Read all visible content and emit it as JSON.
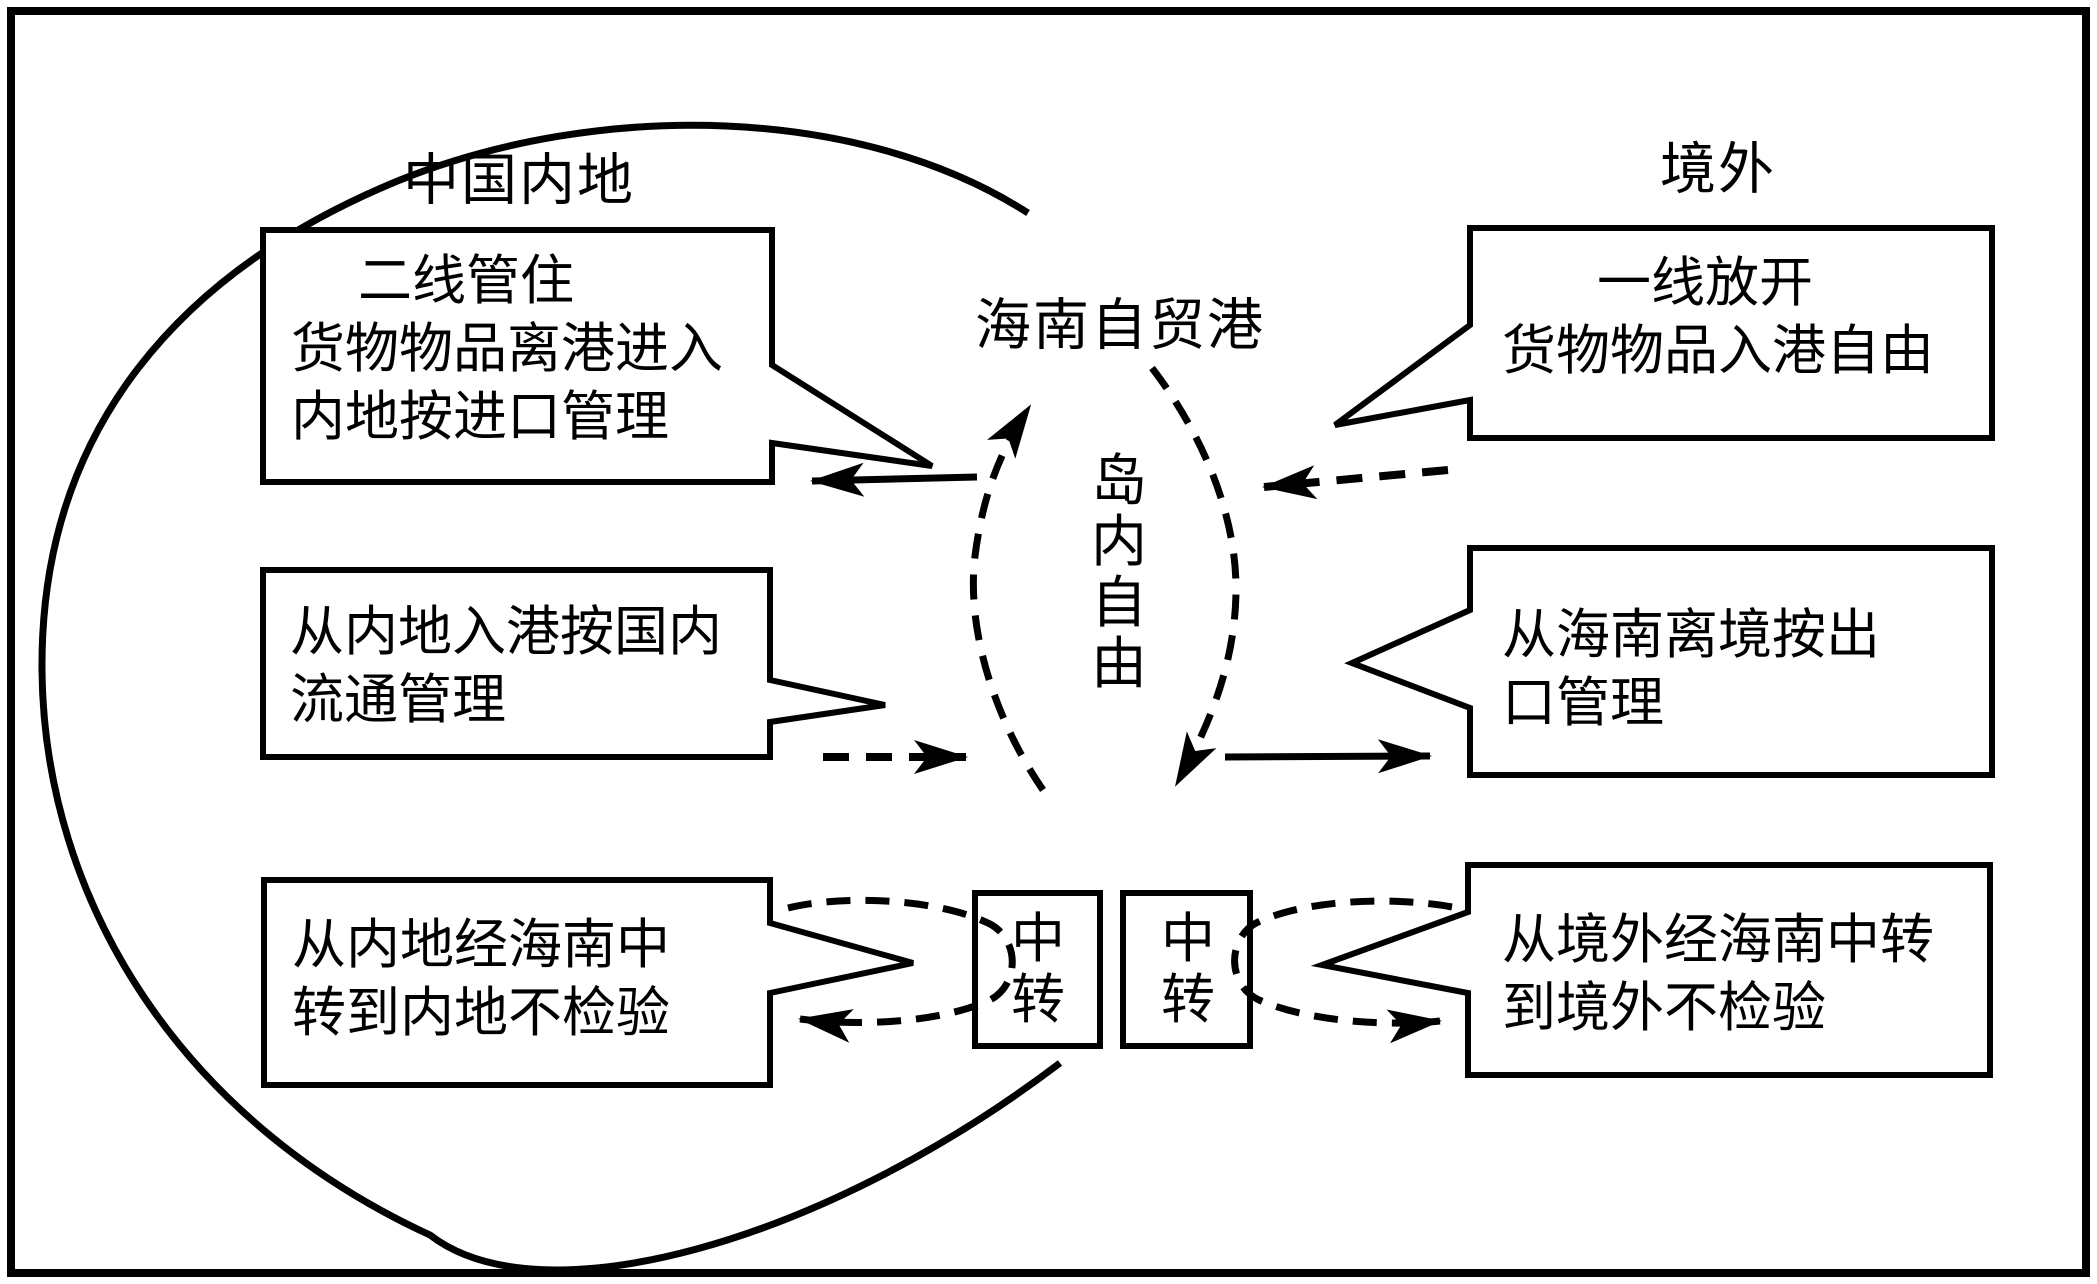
{
  "colors": {
    "ink": "#000000",
    "paper": "#ffffff"
  },
  "regions": {
    "mainland_label": "中国内地",
    "overseas_label": "境外"
  },
  "center": {
    "port_label": "海南自贸港",
    "island_freedom_vertical": "岛内自由"
  },
  "boxes": {
    "second_line": {
      "lines": [
        "二线管住",
        "货物物品离港进入",
        "内地按进口管理"
      ]
    },
    "first_line": {
      "lines": [
        "一线放开",
        "货物物品入港自由"
      ]
    },
    "domestic_circulation": {
      "lines": [
        "从内地入港按国内",
        "流通管理"
      ]
    },
    "export_control": {
      "lines": [
        "从海南离境按出",
        "口管理"
      ]
    },
    "mainland_transit": {
      "lines": [
        "从内地经海南中",
        "转到内地不检验"
      ]
    },
    "overseas_transit": {
      "lines": [
        "从境外经海南中转",
        "到境外不检验"
      ]
    },
    "transit_left": "中转",
    "transit_right": "中转"
  }
}
